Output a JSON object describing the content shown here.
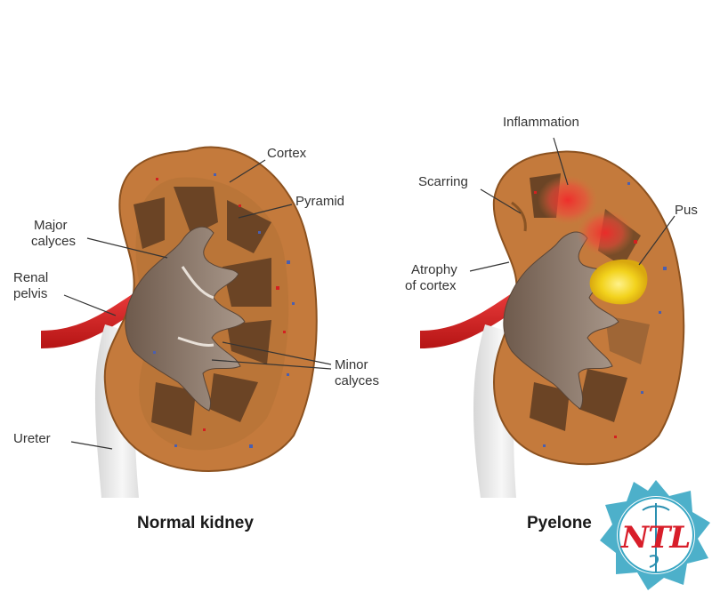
{
  "labels": {
    "cortex": "Cortex",
    "pyramid": "Pyramid",
    "major_calyces_1": "Major",
    "major_calyces_2": "calyces",
    "renal_pelvis_1": "Renal",
    "renal_pelvis_2": "pelvis",
    "minor_calyces_1": "Minor",
    "minor_calyces_2": "calyces",
    "ureter": "Ureter",
    "inflammation": "Inflammation",
    "scarring": "Scarring",
    "pus": "Pus",
    "atrophy_1": "Atrophy",
    "atrophy_2": "of cortex"
  },
  "captions": {
    "normal": "Normal kidney",
    "pyelo": "Pyelone"
  },
  "logo": {
    "text": "NTL"
  },
  "colors": {
    "cortex": "#c47a3c",
    "pyramid": "#6b4425",
    "pelvis": "#8a7262",
    "artery": "#d41f1f",
    "ureter": "#e2e2e2",
    "pus": "#f0d21a",
    "inflammation": "#ee2f2f",
    "logo_teal": "#3aa7c4",
    "logo_red": "#d81e2a"
  }
}
